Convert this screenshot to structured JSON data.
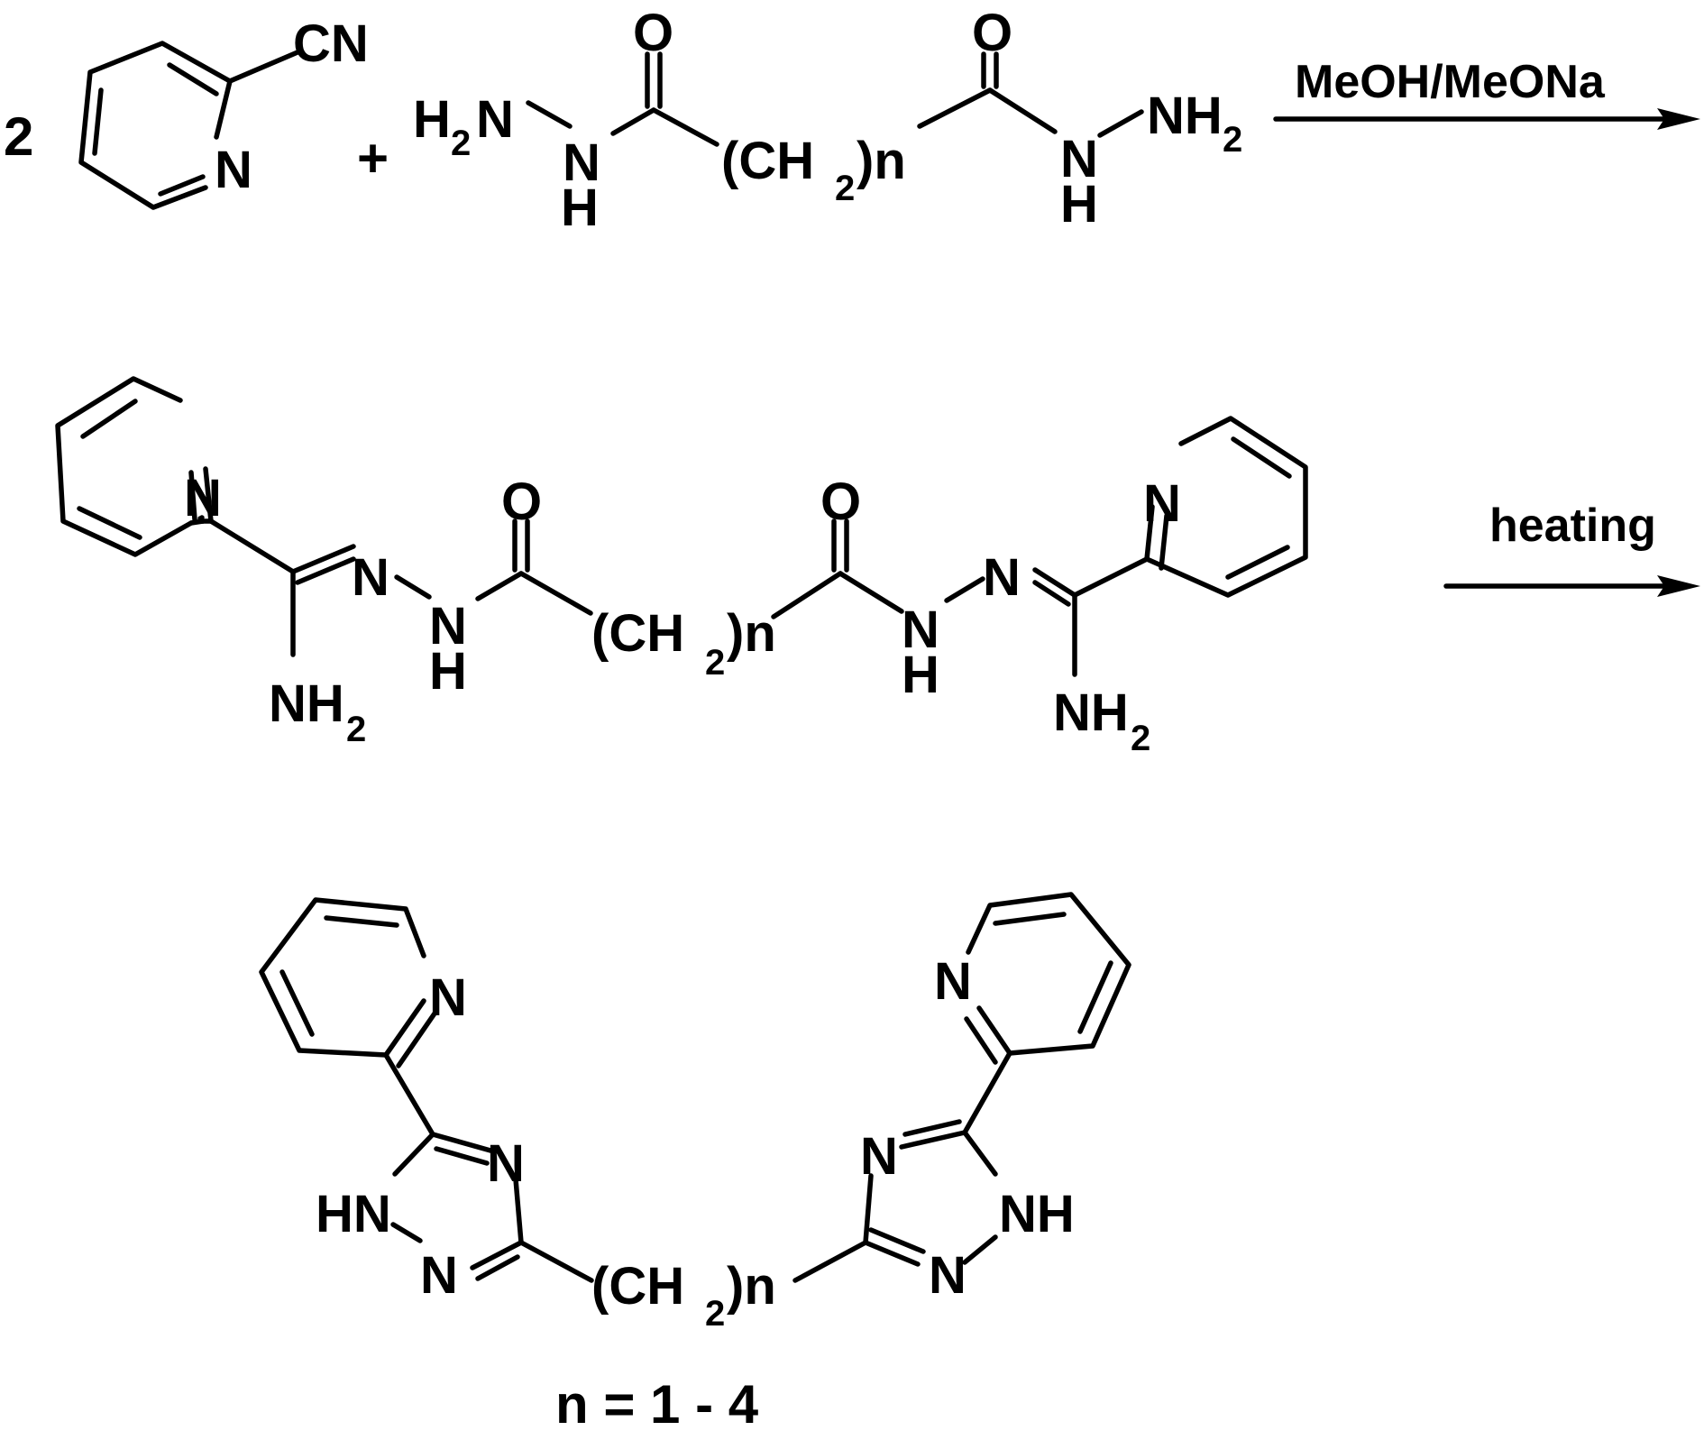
{
  "reactants": {
    "coefficient": "2",
    "plus": "+",
    "nitrile": {
      "cn_label": "CN",
      "ring_n": "N"
    },
    "dihydrazide": {
      "o_left": "O",
      "o_right": "O",
      "h2n_h": "H",
      "h2n_2": "2",
      "h2n_n": "N",
      "nh_left_n": "N",
      "nh_left_h": "H",
      "chain_open": "(CH",
      "chain_2": "2",
      "chain_close": ")n",
      "nh_right_n": "N",
      "nh_right_h": "H",
      "nh2_nh": "NH",
      "nh2_2": "2"
    }
  },
  "step1": {
    "condition": "MeOH/MeONa"
  },
  "intermediate": {
    "ring_n_left": "N",
    "ring_n_right": "N",
    "imine_n_left": "N",
    "imine_n_right": "N",
    "nh_left_n": "N",
    "nh_left_h": "H",
    "nh_right_n": "N",
    "nh_right_h": "H",
    "o_left": "O",
    "o_right": "O",
    "chain_open": "(CH",
    "chain_2": "2",
    "chain_close": ")n",
    "nh2_left": "NH",
    "nh2_left_2": "2",
    "nh2_right": "NH",
    "nh2_right_2": "2"
  },
  "step2": {
    "condition": "heating"
  },
  "product": {
    "py_n_left": "N",
    "py_n_right": "N",
    "tz_n_top_left": "N",
    "tz_n_top_right": "N",
    "tz_hn_left": "HN",
    "tz_nh_right": "NH",
    "tz_n_bottom_left": "N",
    "tz_n_bottom_right": "N",
    "chain_open": "(CH",
    "chain_2": "2",
    "chain_close": ")n"
  },
  "footnote": "n = 1 - 4"
}
